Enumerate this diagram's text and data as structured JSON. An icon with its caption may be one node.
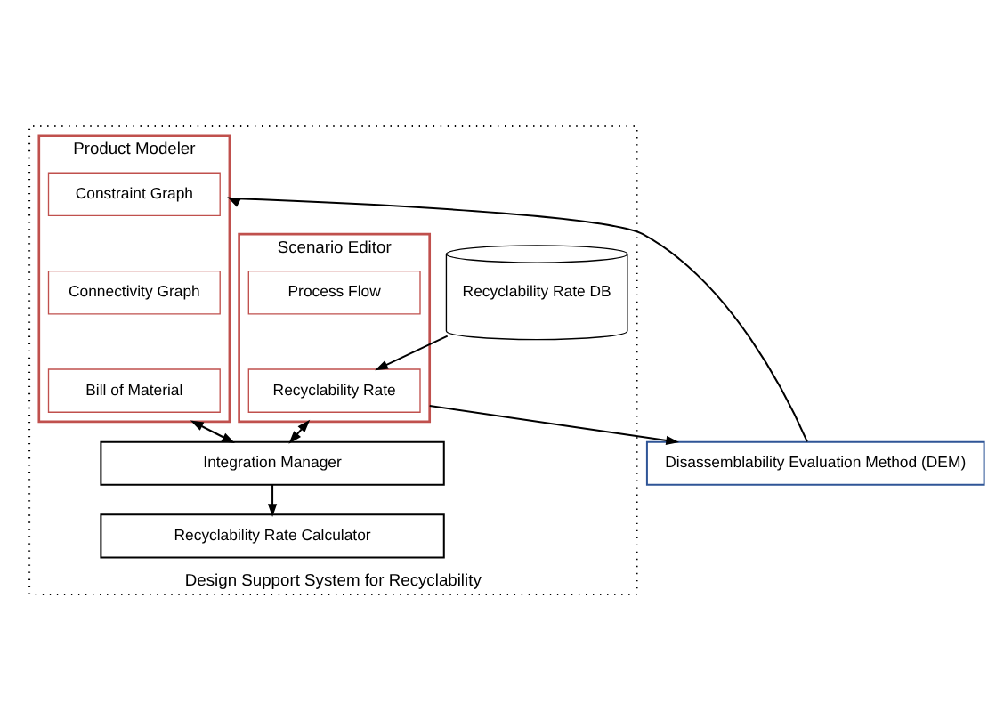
{
  "diagram": {
    "nodes": [
      {
        "text": [
          "Disassemblability Evaluation Method (DEM)"
        ]
      },
      {
        "text": [
          "Design Support System for Recyclability"
        ]
      },
      {
        "text": [
          "Product Modeler"
        ],
        "in": 1
      },
      {
        "text": [
          "Constraint Graph"
        ],
        "in": 2
      },
      {
        "text": [
          "Connectivity Graph"
        ],
        "in": 2
      },
      {
        "text": [
          "Bill of Material"
        ],
        "in": 2
      },
      {
        "text": [
          "Scenario Editor"
        ],
        "in": 1
      },
      {
        "text": [
          "Process Flow"
        ],
        "in": 6
      },
      {
        "text": [
          "Recyclability Rate"
        ],
        "in": 6
      },
      {
        "text": [
          "Recyclability Rate DB"
        ],
        "in": 1
      },
      {
        "text": [
          "Integration Manager"
        ],
        "in": 1
      },
      {
        "text": [
          "Recyclability Rate Calculator"
        ],
        "in": 1
      }
    ],
    "edges": [
      {
        "from": 0,
        "to": 2,
        "arrow": "to"
      },
      {
        "from": 6,
        "to": 0,
        "arrow": "to"
      },
      {
        "from": 9,
        "to": 8,
        "arrow": "to"
      },
      {
        "from": 2,
        "to": 10,
        "arrow": "both"
      },
      {
        "from": 6,
        "to": 10,
        "arrow": "both"
      },
      {
        "from": 10,
        "to": 11,
        "arrow": "to"
      }
    ]
  }
}
